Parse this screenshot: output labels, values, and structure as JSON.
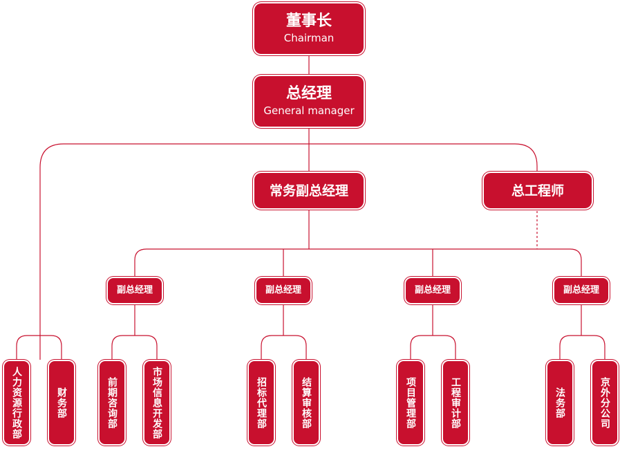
{
  "chairman": {
    "cn": "董事长",
    "en": "Chairman"
  },
  "gm": {
    "cn": "总经理",
    "en": "General manager"
  },
  "exec_vp": {
    "cn": "常务副总经理"
  },
  "chief_engineer": {
    "cn": "总工程师"
  },
  "vps": [
    {
      "cn": "副总经理"
    },
    {
      "cn": "副总经理"
    },
    {
      "cn": "副总经理"
    },
    {
      "cn": "副总经理"
    }
  ],
  "departments": [
    {
      "cn": "人力资源行政部"
    },
    {
      "cn": "财务部"
    },
    {
      "cn": "前期咨询部"
    },
    {
      "cn": "市场信息开发部"
    },
    {
      "cn": "招标代理部"
    },
    {
      "cn": "结算审核部"
    },
    {
      "cn": "项目管理部"
    },
    {
      "cn": "工程审计部"
    },
    {
      "cn": "法务部"
    },
    {
      "cn": "京外分公司"
    }
  ],
  "colors": {
    "brand_red": "#c8102e",
    "line_red": "#c8102e"
  }
}
